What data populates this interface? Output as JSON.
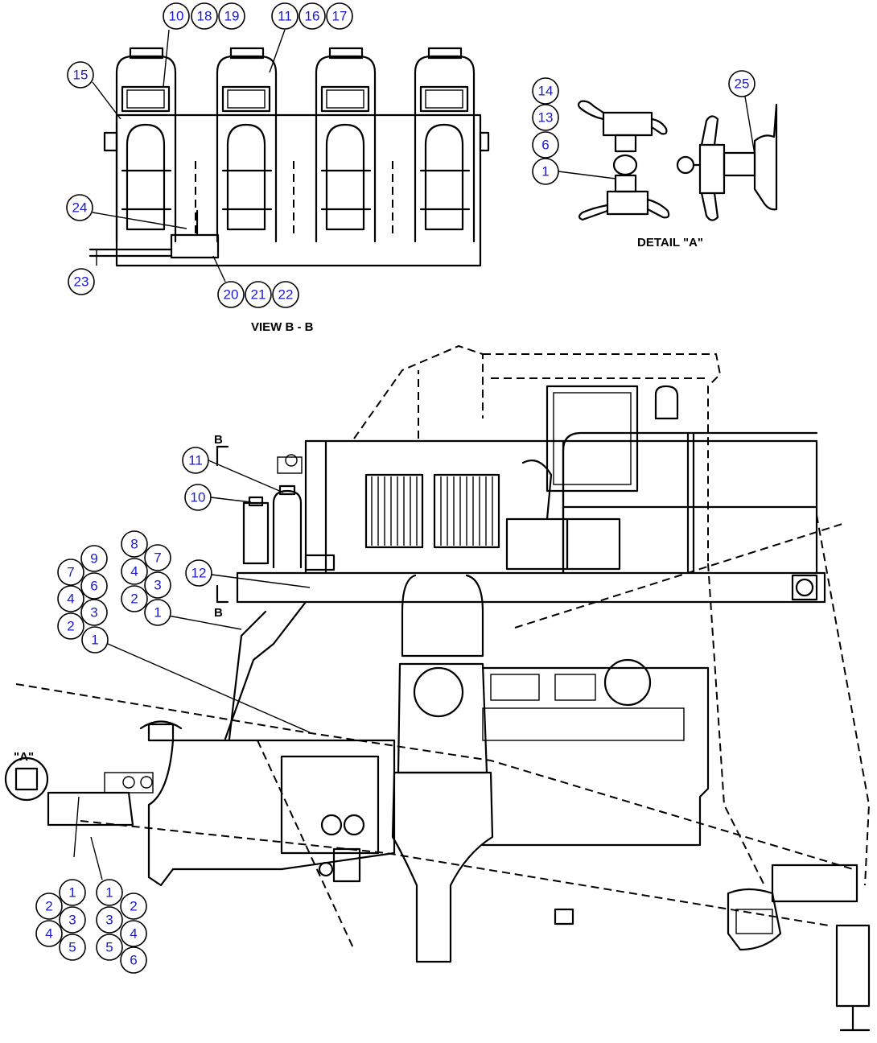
{
  "captions": {
    "view_bb": "VIEW B - B",
    "detail_a": "DETAIL \"A\"",
    "detail_a_marker": "\"A\"",
    "section_b_top": "B",
    "section_b_bottom": "B"
  },
  "callouts": {
    "vb_10": "10",
    "vb_18": "18",
    "vb_19": "19",
    "vb_11": "11",
    "vb_16": "16",
    "vb_17": "17",
    "vb_15": "15",
    "vb_24": "24",
    "vb_23": "23",
    "vb_20": "20",
    "vb_21": "21",
    "vb_22": "22",
    "da_14": "14",
    "da_13": "13",
    "da_6": "6",
    "da_1": "1",
    "da_25": "25",
    "m_11": "11",
    "m_10": "10",
    "m_12": "12",
    "ga_9": "9",
    "ga_7": "7",
    "ga_6": "6",
    "ga_4": "4",
    "ga_3": "3",
    "ga_2": "2",
    "ga_1": "1",
    "gb_8": "8",
    "gb_7": "7",
    "gb_4": "4",
    "gb_3": "3",
    "gb_2": "2",
    "gb_1": "1",
    "gc_1": "1",
    "gc_2": "2",
    "gc_3": "3",
    "gc_4": "4",
    "gc_5": "5",
    "gd_1": "1",
    "gd_2": "2",
    "gd_3": "3",
    "gd_4": "4",
    "gd_5": "5",
    "gd_6": "6"
  }
}
